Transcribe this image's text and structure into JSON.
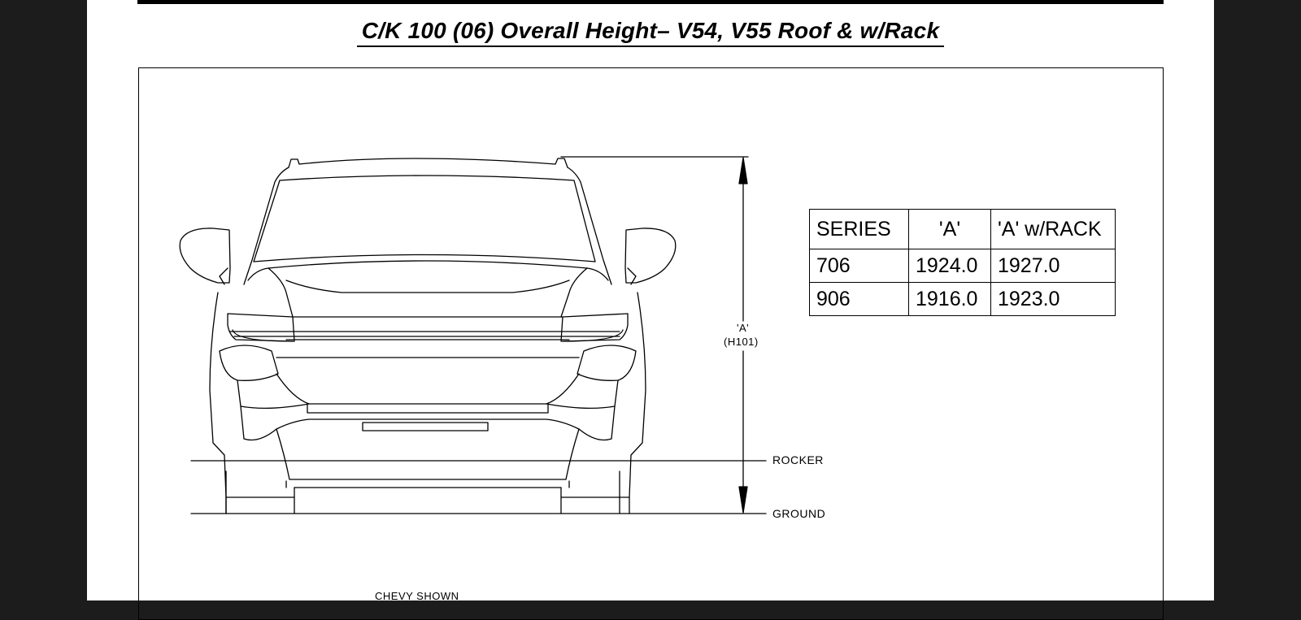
{
  "title": "C/K 100 (06)  Overall Height– V54, V55 Roof & w/Rack",
  "dimension": {
    "letter": "'A'",
    "code": "(H101)"
  },
  "reference_lines": {
    "rocker": "ROCKER",
    "ground": "GROUND"
  },
  "caption": "CHEVY SHOWN",
  "table": {
    "headers": [
      "SERIES",
      "'A'",
      "'A' w/RACK"
    ],
    "rows": [
      [
        "706",
        "1924.0",
        "1927.0"
      ],
      [
        "906",
        "1916.0",
        "1923.0"
      ]
    ]
  }
}
